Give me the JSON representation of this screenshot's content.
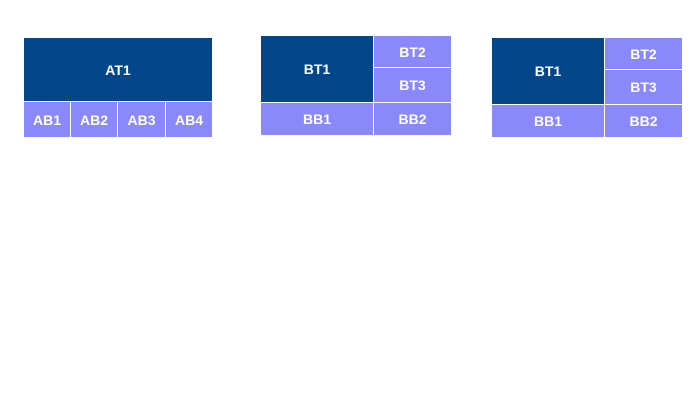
{
  "colors": {
    "dark": "#03468a",
    "light": "#8a89fb",
    "text": "#ffffff"
  },
  "group_a": {
    "top": "AT1",
    "bottom": [
      "AB1",
      "AB2",
      "AB3",
      "AB4"
    ]
  },
  "group_b": {
    "top_main": "BT1",
    "top_right": [
      "BT2",
      "BT3"
    ],
    "bottom": [
      "BB1",
      "BB2"
    ]
  },
  "group_c": {
    "top_main": "BT1",
    "top_right": [
      "BT2",
      "BT3"
    ],
    "bottom": [
      "BB1",
      "BB2"
    ]
  }
}
